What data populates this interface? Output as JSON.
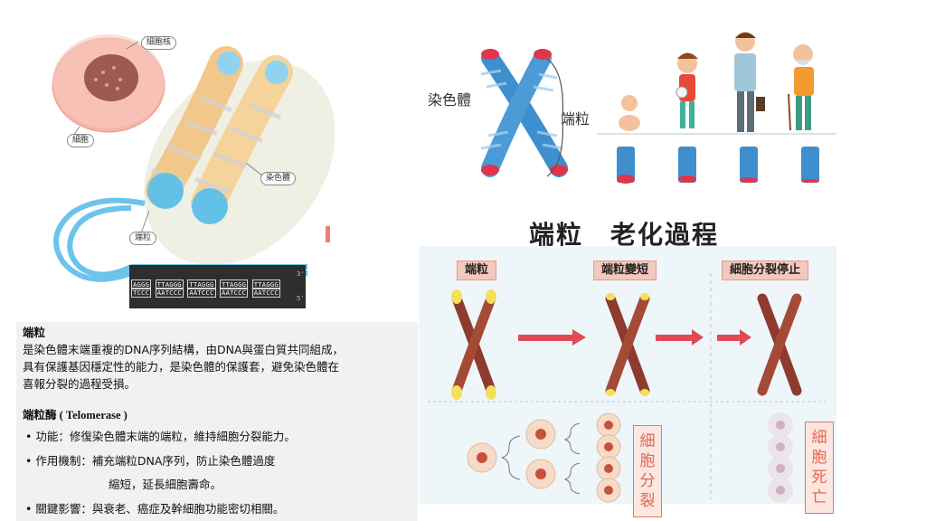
{
  "top_left_diagram": {
    "label_nucleus": "細胞核",
    "label_cell": "細胞",
    "label_chromosome": "染色體",
    "label_telomere": "端粒",
    "dna_strand_1": [
      "AGGG",
      "TTAGGG",
      "TTAGGG",
      "TTAGGG",
      "TTAGGG"
    ],
    "dna_strand_2": [
      "TCCC",
      "AATCCC",
      "AATCCC",
      "AATCCC",
      "AATCCC"
    ],
    "end_3": "3'",
    "end_5": "5'"
  },
  "top_right_diagram": {
    "label_chromosome": "染色體",
    "label_telomere": "端粒"
  },
  "process": {
    "title": "端粒　老化過程",
    "stage_1": "端粒",
    "stage_2": "端粒變短",
    "stage_3": "細胞分裂停止",
    "vlabel_division": "細胞分裂",
    "vlabel_death": "細胞死亡"
  },
  "text": {
    "heading": "端粒",
    "para_line1": "是染色體末端重複的DNA序列結構，由DNA與蛋白質共同組成，",
    "para_line2": "具有保護基因穩定性的能力，是染色體的保護套，避免染色體在",
    "para_line3": "喜報分裂的過程受損。",
    "enzyme_heading": "端粒酶 ( Telomerase )",
    "bullet1": "• 功能：修復染色體末端的端粒，維持細胞分裂能力。",
    "bullet2_line1": "• 作用機制：補充端粒DNA序列，防止染色體過度",
    "bullet2_line2": "縮短，延長細胞壽命。",
    "bullet3": "• 關鍵影響：與衰老、癌症及幹細胞功能密切相關。"
  },
  "colors": {
    "telomere_blue": "#7cc8ea",
    "chromosome_blue": "#3f8fcf",
    "telomere_red": "#e0354a",
    "tag_bg": "#f3c8bd",
    "arrow_red": "#e14a55",
    "panel_bg": "#f1f1f1",
    "process_bg": "#eef6f9"
  }
}
